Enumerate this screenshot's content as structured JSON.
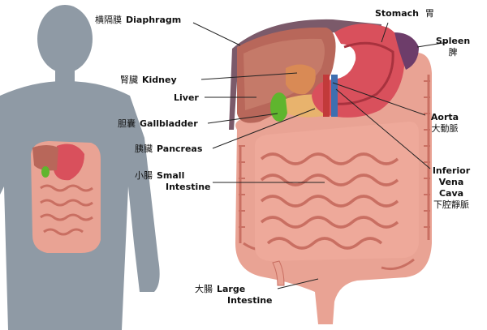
{
  "colors": {
    "background": "#ffffff",
    "silhouette": "#8f9aa5",
    "intestine": "#e9a394",
    "intestine_shadow": "#c96f62",
    "stomach": "#d9505c",
    "liver": "#b8675a",
    "diaphragm": "#7b5a6a",
    "gallbladder": "#5fb52e",
    "spleen": "#6d3d6a",
    "leader_line": "#222222"
  },
  "labels": {
    "diaphragm": {
      "zh": "横隔膜",
      "en": "Diaphragm"
    },
    "stomach": {
      "zh": "胃",
      "en": "Stomach"
    },
    "spleen": {
      "zh": "脾",
      "en": "Spleen"
    },
    "kidney": {
      "zh": "腎臟",
      "en": "Kidney"
    },
    "liver": {
      "zh": "",
      "en": "Liver"
    },
    "gallbladder": {
      "zh": "胆囊",
      "en": "Gallbladder"
    },
    "pancreas": {
      "zh": "胰臟",
      "en": "Pancreas"
    },
    "aorta": {
      "zh": "大動脈",
      "en": "Aorta"
    },
    "small_intestine": {
      "zh": "小腸",
      "en_1": "Small",
      "en_2": "Intestine"
    },
    "ivc": {
      "zh": "下腔靜脈",
      "en_1": "Inferior",
      "en_2": "Vena",
      "en_3": "Cava"
    },
    "large_intestine": {
      "zh": "大腸",
      "en_1": "Large",
      "en_2": "Intestine"
    }
  }
}
